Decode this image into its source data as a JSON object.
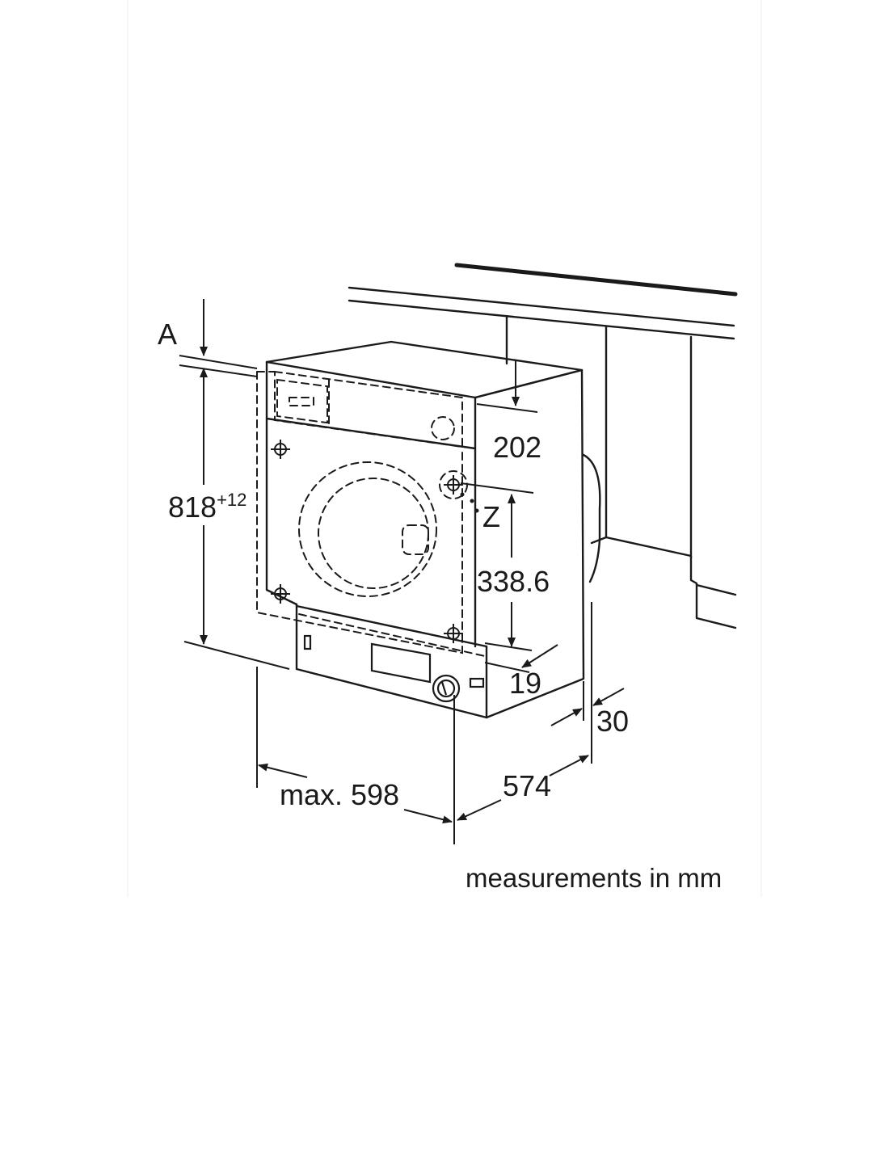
{
  "labels": {
    "a": "A",
    "height_base": "818",
    "height_tol": "+12",
    "d202": "202",
    "z": "Z",
    "d338": "338.6",
    "d19": "19",
    "d30": "30",
    "d574": "574",
    "width": "max. 598",
    "units": "measurements in mm"
  }
}
